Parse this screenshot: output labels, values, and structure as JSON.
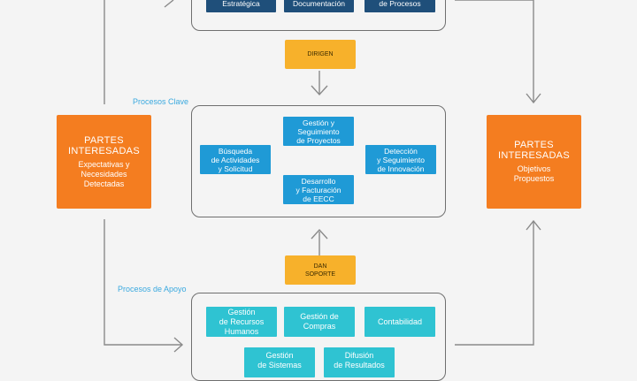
{
  "top_processes": [
    {
      "label": "Estratégica"
    },
    {
      "label": "Documentación"
    },
    {
      "label": "de Procesos"
    }
  ],
  "connector_top": "DIRIGEN",
  "connector_bottom": "DAN\nSOPORTE",
  "key_group_label": "Procesos Clave",
  "key_processes": [
    {
      "label": "Gestión y\nSeguimiento\nde Proyectos"
    },
    {
      "label": "Búsqueda\nde Actividades\ny Solicitud"
    },
    {
      "label": "Detección\ny Seguimiento\nde Innovación"
    },
    {
      "label": "Desarrollo\ny Facturación\nde EECC"
    }
  ],
  "support_group_label": "Procesos de Apoyo",
  "support_processes": [
    {
      "label": "Gestión\nde Recursos\nHumanos"
    },
    {
      "label": "Gestión de\nCompras"
    },
    {
      "label": "Contabilidad"
    },
    {
      "label": "Gestión\nde Sistemas"
    },
    {
      "label": "Difusión\nde Resultados"
    }
  ],
  "left_party": {
    "title": "PARTES\nINTERESADAS",
    "subtitle": "Expectativas y\nNecesidades\nDetectadas"
  },
  "right_party": {
    "title": "PARTES\nINTERESADAS",
    "subtitle": "Objetivos\nPropuestos"
  },
  "colors": {
    "dark_blue": "#1f4f7a",
    "blue": "#1f9ad6",
    "teal": "#2fc3d2",
    "orange": "#f47d20",
    "yellow": "#f7b12b",
    "line": "#6f6f6f"
  }
}
